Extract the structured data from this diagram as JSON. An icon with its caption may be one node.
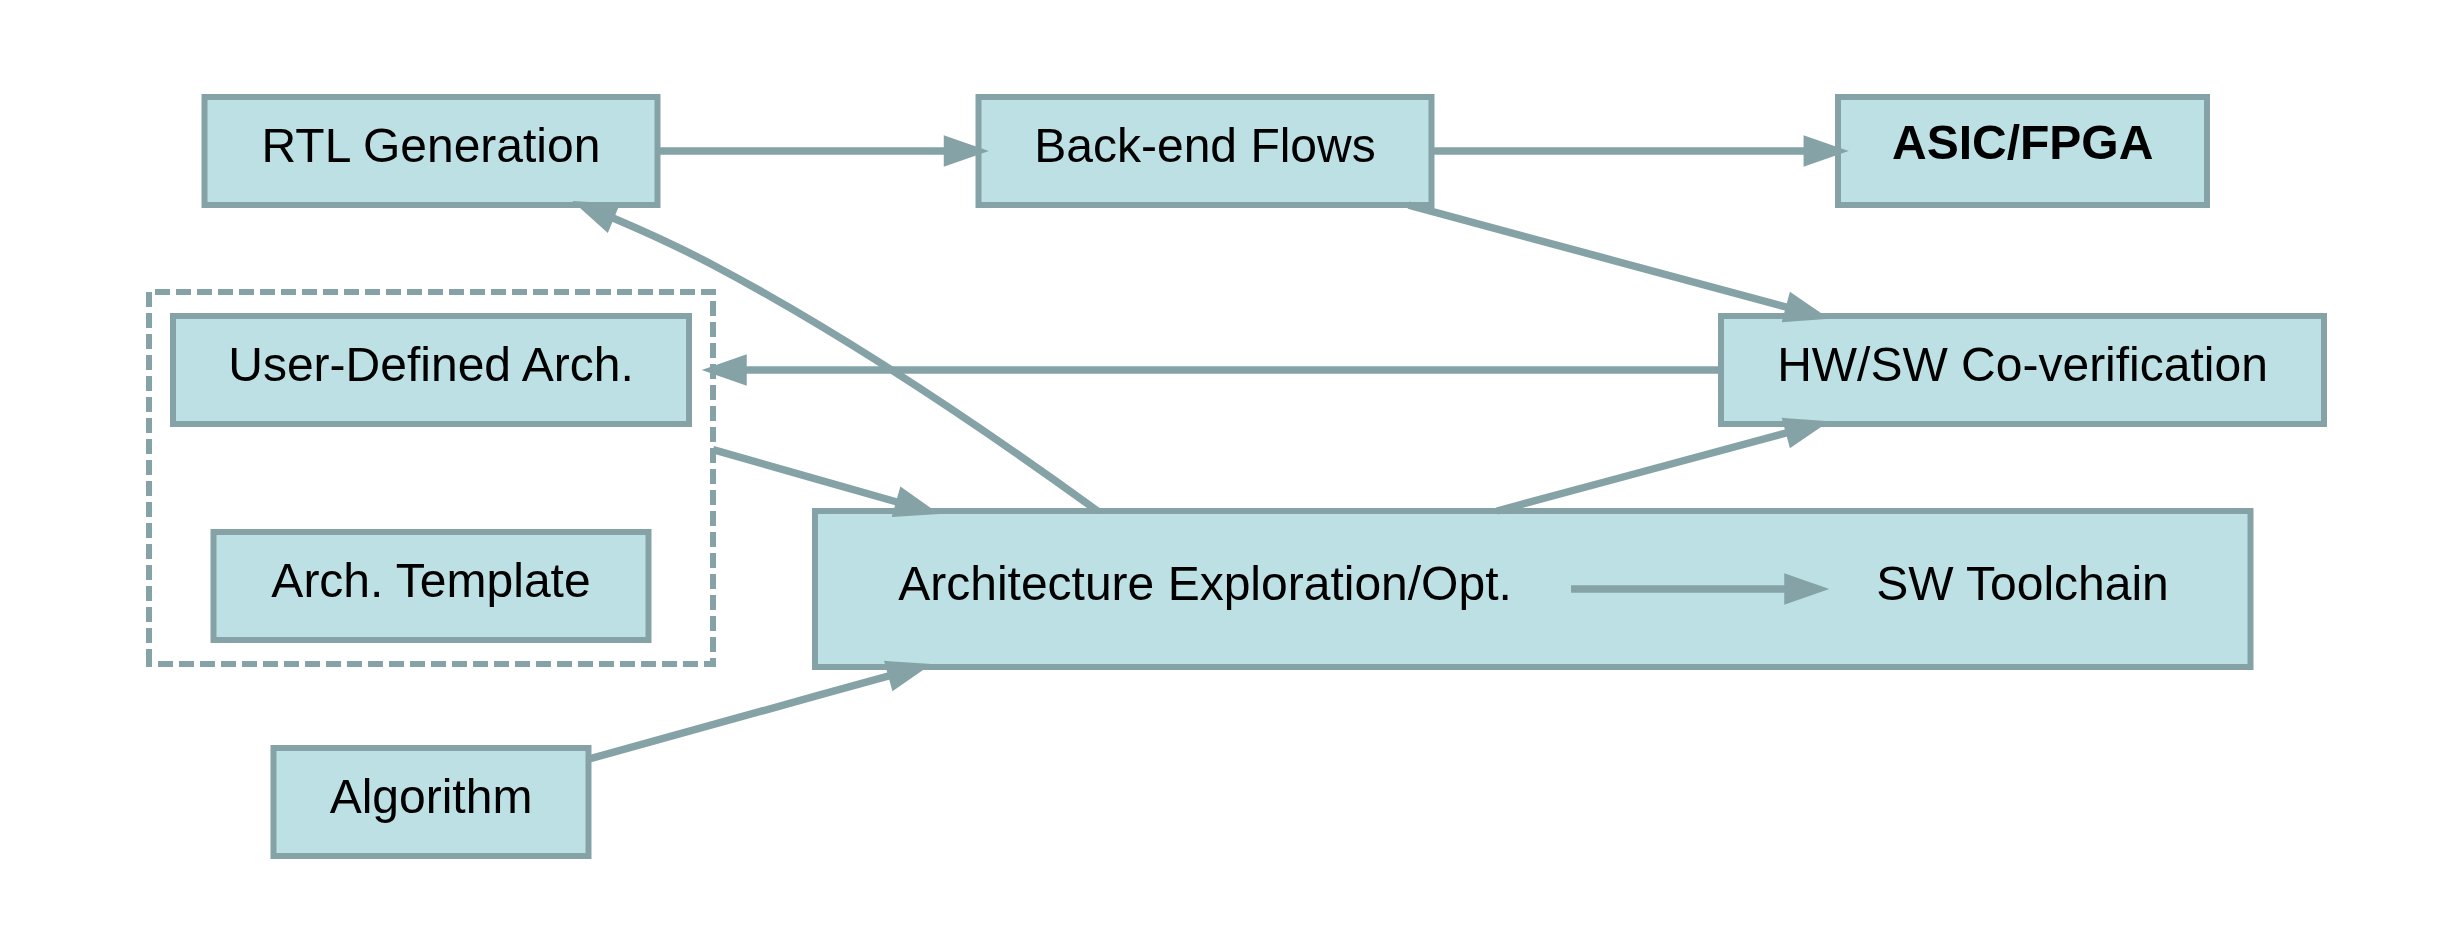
{
  "diagram": {
    "nodes": [
      {
        "text": [
          "Algorithm"
        ]
      },
      {
        "text": [],
        "shape": "box"
      },
      {
        "text": [
          "User-Defined Arch."
        ],
        "in": 1
      },
      {
        "text": [
          "Arch. Template"
        ],
        "in": 1
      },
      {
        "text": [],
        "shape": "box"
      },
      {
        "text": [
          "Architecture Exploration/Opt."
        ],
        "in": 4
      },
      {
        "text": [
          "SW Toolchain"
        ],
        "in": 4
      },
      {
        "text": [
          "RTL Generation"
        ]
      },
      {
        "text": [
          "Back-end Flows"
        ]
      },
      {
        "text": [
          "ASIC/FPGA"
        ]
      },
      {
        "text": [
          "HW/SW Co-verification"
        ]
      }
    ],
    "edges": [
      {
        "from": 0,
        "to": 4,
        "arrow": "to"
      },
      {
        "from": 5,
        "to": 6,
        "arrow": "to"
      },
      {
        "from": 1,
        "to": 4,
        "arrow": "to"
      },
      {
        "from": 4,
        "to": 7,
        "arrow": "to"
      },
      {
        "from": 7,
        "to": 8,
        "arrow": "to"
      },
      {
        "from": 8,
        "to": 9,
        "arrow": "to"
      },
      {
        "from": 4,
        "to": 10,
        "arrow": "to"
      },
      {
        "from": 8,
        "to": 10,
        "arrow": "to"
      },
      {
        "from": 10,
        "to": 1,
        "arrow": "to"
      }
    ]
  }
}
